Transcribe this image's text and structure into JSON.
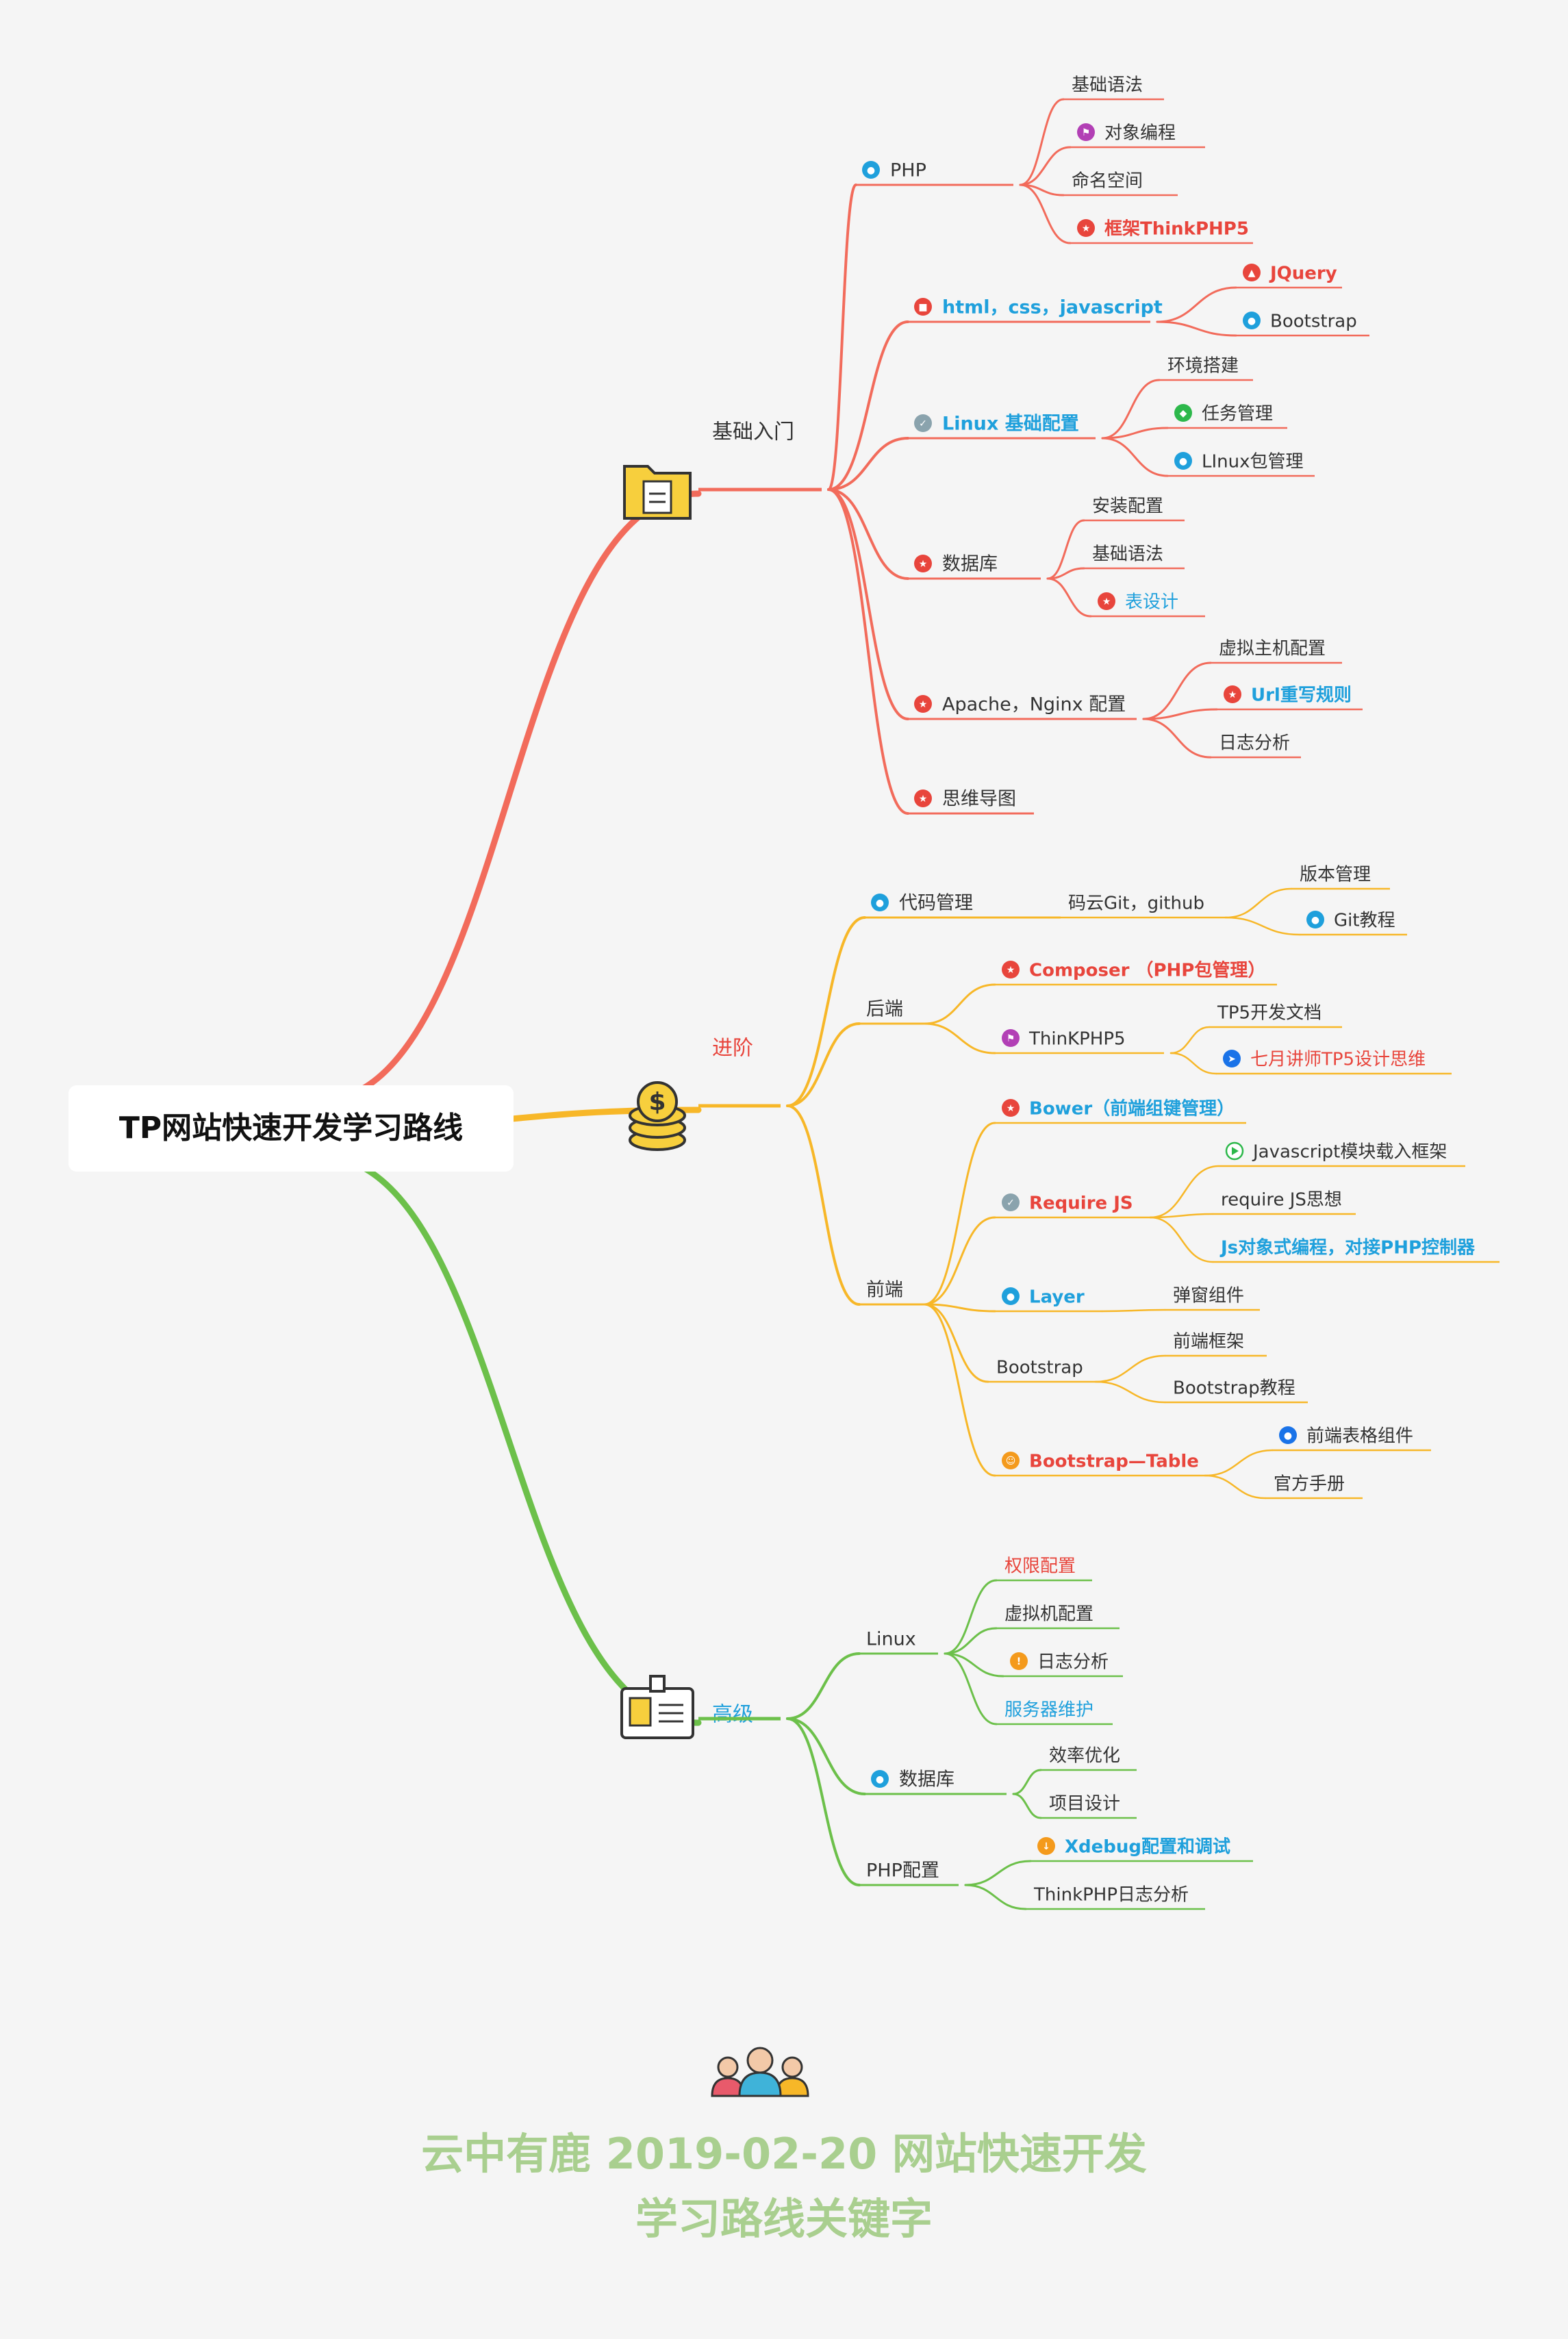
{
  "root": {
    "title": "TP网站快速开发学习路线"
  },
  "colors": {
    "branch1": "#f26b5b",
    "branch2": "#f7b728",
    "branch3": "#6cc04a",
    "text": "#333333",
    "red": "#e8453c",
    "blue": "#1fa0dc",
    "footer": "#a9cf8f"
  },
  "branches": [
    {
      "label": "基础入门",
      "icon": "folder-icon",
      "children": [
        {
          "label": "PHP",
          "icon": "user-icon",
          "children": [
            {
              "label": "基础语法"
            },
            {
              "label": "对象编程",
              "icon": "flag-icon"
            },
            {
              "label": "命名空间"
            },
            {
              "label": "框架ThinkPHP5",
              "icon": "star-icon"
            }
          ]
        },
        {
          "label": "html，css，javascript",
          "icon": "lock-icon",
          "children": [
            {
              "label": "JQuery",
              "icon": "thumbs-up-icon"
            },
            {
              "label": "Bootstrap",
              "icon": "user-icon"
            }
          ]
        },
        {
          "label": "Linux 基础配置",
          "icon": "check-icon",
          "children": [
            {
              "label": "环境搭建"
            },
            {
              "label": "任务管理",
              "icon": "tag-icon"
            },
            {
              "label": "LInux包管理",
              "icon": "user-icon"
            }
          ]
        },
        {
          "label": "数据库",
          "icon": "star-icon",
          "children": [
            {
              "label": "安装配置"
            },
            {
              "label": "基础语法"
            },
            {
              "label": "表设计",
              "icon": "star-icon"
            }
          ]
        },
        {
          "label": "Apache，Nginx 配置",
          "icon": "star-icon",
          "children": [
            {
              "label": "虚拟主机配置"
            },
            {
              "label": "Url重写规则",
              "icon": "star-icon"
            },
            {
              "label": "日志分析"
            }
          ]
        },
        {
          "label": "思维导图",
          "icon": "star-icon",
          "children": []
        }
      ]
    },
    {
      "label": "进阶",
      "icon": "coins-icon",
      "children": [
        {
          "label": "代码管理",
          "icon": "user-icon",
          "children": [
            {
              "label": "码云Git，github",
              "children": [
                {
                  "label": "版本管理"
                },
                {
                  "label": "Git教程",
                  "icon": "user-icon"
                }
              ]
            }
          ]
        },
        {
          "label": "后端",
          "children": [
            {
              "label": "Composer （PHP包管理）",
              "icon": "star-icon",
              "children": []
            },
            {
              "label": "ThinKPHP5",
              "icon": "flag-icon",
              "children": [
                {
                  "label": "TP5开发文档"
                },
                {
                  "label": "七月讲师TP5设计思维",
                  "icon": "plane-icon"
                }
              ]
            }
          ]
        },
        {
          "label": "前端",
          "children": [
            {
              "label": "Bower（前端组键管理）",
              "icon": "star-icon",
              "children": []
            },
            {
              "label": "Require JS",
              "icon": "check-icon",
              "children": [
                {
                  "label": "Javascript模块载入框架",
                  "icon": "play-icon"
                },
                {
                  "label": "require JS思想"
                },
                {
                  "label": "Js对象式编程，对接PHP控制器"
                }
              ]
            },
            {
              "label": "Layer",
              "icon": "user-icon",
              "children": [
                {
                  "label": "弹窗组件"
                }
              ]
            },
            {
              "label": "Bootstrap",
              "children": [
                {
                  "label": "前端框架"
                },
                {
                  "label": "Bootstrap教程"
                }
              ]
            },
            {
              "label": "Bootstrap—Table",
              "icon": "smile-icon",
              "children": [
                {
                  "label": "前端表格组件",
                  "icon": "chat-icon"
                },
                {
                  "label": "官方手册"
                }
              ]
            }
          ]
        }
      ]
    },
    {
      "label": "高级",
      "icon": "badge-icon",
      "children": [
        {
          "label": "Linux",
          "children": [
            {
              "label": "权限配置"
            },
            {
              "label": "虚拟机配置"
            },
            {
              "label": "日志分析",
              "icon": "alert-icon"
            },
            {
              "label": "服务器维护"
            }
          ]
        },
        {
          "label": "数据库",
          "icon": "user-icon",
          "children": [
            {
              "label": "效率优化"
            },
            {
              "label": "项目设计"
            }
          ]
        },
        {
          "label": "PHP配置",
          "children": [
            {
              "label": "Xdebug配置和调试",
              "icon": "arrow-down-icon"
            },
            {
              "label": "ThinkPHP日志分析"
            }
          ]
        }
      ]
    }
  ],
  "footer": {
    "icon": "team-icon",
    "line1": "云中有鹿 2019-02-20 网站快速开发",
    "line2": "学习路线关键字"
  }
}
